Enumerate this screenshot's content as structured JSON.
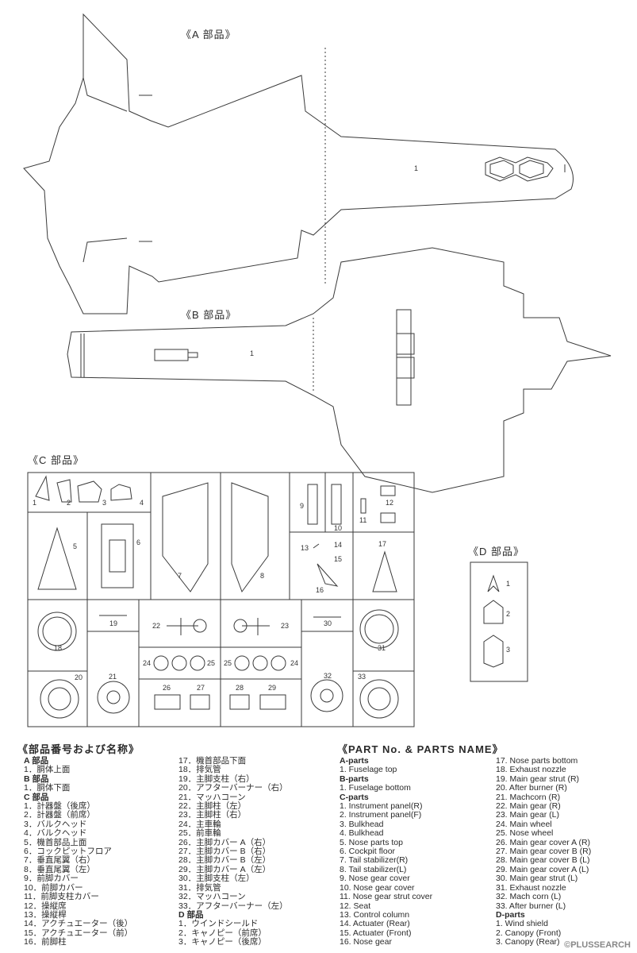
{
  "section_labels": {
    "a": "《A 部品》",
    "b": "《B 部品》",
    "c": "《C 部品》",
    "d": "《D 部品》"
  },
  "part_numbers": {
    "a1": "1",
    "b1": "1",
    "c": [
      "1",
      "2",
      "3",
      "4",
      "5",
      "6",
      "7",
      "8",
      "9",
      "10",
      "11",
      "12",
      "13",
      "14",
      "15",
      "16",
      "17",
      "18",
      "19",
      "20",
      "21",
      "22",
      "23",
      "24",
      "25",
      "25",
      "24",
      "26",
      "27",
      "28",
      "29",
      "30",
      "31",
      "32",
      "33"
    ],
    "d": [
      "1",
      "2",
      "3"
    ]
  },
  "jp_list": {
    "title": "《部品番号および名称》",
    "col1": [
      {
        "t": "A 部品",
        "h": true
      },
      {
        "t": "1．胴体上面"
      },
      {
        "t": "B 部品",
        "h": true
      },
      {
        "t": "1．胴体下面"
      },
      {
        "t": "C 部品",
        "h": true
      },
      {
        "t": "1．計器盤（後席）"
      },
      {
        "t": "2．計器盤（前席）"
      },
      {
        "t": "3．バルクヘッド"
      },
      {
        "t": "4．バルクヘッド"
      },
      {
        "t": "5．機首部品上面"
      },
      {
        "t": "6．コックピットフロア"
      },
      {
        "t": "7．垂直尾翼（右）"
      },
      {
        "t": "8．垂直尾翼（左）"
      },
      {
        "t": "9．前脚カバー"
      },
      {
        "t": "10．前脚カバー"
      },
      {
        "t": "11．前脚支柱カバー"
      },
      {
        "t": "12．操縦席"
      },
      {
        "t": "13．操縦桿"
      },
      {
        "t": "14．アクチュエーター（後）"
      },
      {
        "t": "15．アクチュエーター（前）"
      },
      {
        "t": "16．前脚柱"
      }
    ],
    "col2": [
      {
        "t": "17．機首部品下面"
      },
      {
        "t": "18．排気管"
      },
      {
        "t": "19．主脚支柱（右）"
      },
      {
        "t": "20．アフターバーナー（右）"
      },
      {
        "t": "21．マッハコーン"
      },
      {
        "t": "22．主脚柱（左）"
      },
      {
        "t": "23．主脚柱（右）"
      },
      {
        "t": "24．主車輪"
      },
      {
        "t": "25．前車輪"
      },
      {
        "t": "26．主脚カバー A（右）"
      },
      {
        "t": "27．主脚カバー B（右）"
      },
      {
        "t": "28．主脚カバー B（左）"
      },
      {
        "t": "29．主脚カバー A（左）"
      },
      {
        "t": "30．主脚支柱（左）"
      },
      {
        "t": "31．排気管"
      },
      {
        "t": "32．マッハコーン"
      },
      {
        "t": "33．アフターバーナー（左）"
      },
      {
        "t": "D 部品",
        "h": true
      },
      {
        "t": "1．ウインドシールド"
      },
      {
        "t": "2．キャノピー（前席）"
      },
      {
        "t": "3．キャノピー（後席）"
      }
    ]
  },
  "en_list": {
    "title": "《PART No. & PARTS NAME》",
    "col1": [
      {
        "t": "A-parts",
        "h": true
      },
      {
        "t": "1. Fuselage top"
      },
      {
        "t": "B-parts",
        "h": true
      },
      {
        "t": "1. Fuselage bottom"
      },
      {
        "t": "C-parts",
        "h": true
      },
      {
        "t": "1. Instrument panel(R)"
      },
      {
        "t": "2. Instrument panel(F)"
      },
      {
        "t": "3. Bulkhead"
      },
      {
        "t": "4. Bulkhead"
      },
      {
        "t": "5. Nose parts top"
      },
      {
        "t": "6. Cockpit floor"
      },
      {
        "t": "7. Tail stabilizer(R)"
      },
      {
        "t": "8. Tail stabilizer(L)"
      },
      {
        "t": "9. Nose gear cover"
      },
      {
        "t": "10. Nose gear cover"
      },
      {
        "t": "11. Nose gear strut cover"
      },
      {
        "t": "12. Seat"
      },
      {
        "t": "13. Control column"
      },
      {
        "t": "14. Actuater (Rear)"
      },
      {
        "t": "15. Actuater (Front)"
      },
      {
        "t": "16. Nose gear"
      }
    ],
    "col2": [
      {
        "t": "17. Nose parts bottom"
      },
      {
        "t": "18. Exhaust nozzle"
      },
      {
        "t": "19. Main gear strut (R)"
      },
      {
        "t": "20. After burner (R)"
      },
      {
        "t": "21. Machcorn (R)"
      },
      {
        "t": "22. Main gear (R)"
      },
      {
        "t": "23. Main gear (L)"
      },
      {
        "t": "24. Main wheel"
      },
      {
        "t": "25. Nose wheel"
      },
      {
        "t": "26. Main gear cover A (R)"
      },
      {
        "t": "27. Main gear cover B (R)"
      },
      {
        "t": "28. Main gear cover B (L)"
      },
      {
        "t": "29. Main gear cover A (L)"
      },
      {
        "t": "30. Main gear strut (L)"
      },
      {
        "t": "31. Exhaust nozzle"
      },
      {
        "t": "32. Mach corn (L)"
      },
      {
        "t": "33. After burner (L)"
      },
      {
        "t": "D-parts",
        "h": true
      },
      {
        "t": "1. Wind shield"
      },
      {
        "t": "2. Canopy (Front)"
      },
      {
        "t": "3. Canopy (Rear)"
      }
    ]
  },
  "watermark": "©PLUSSEARCH"
}
